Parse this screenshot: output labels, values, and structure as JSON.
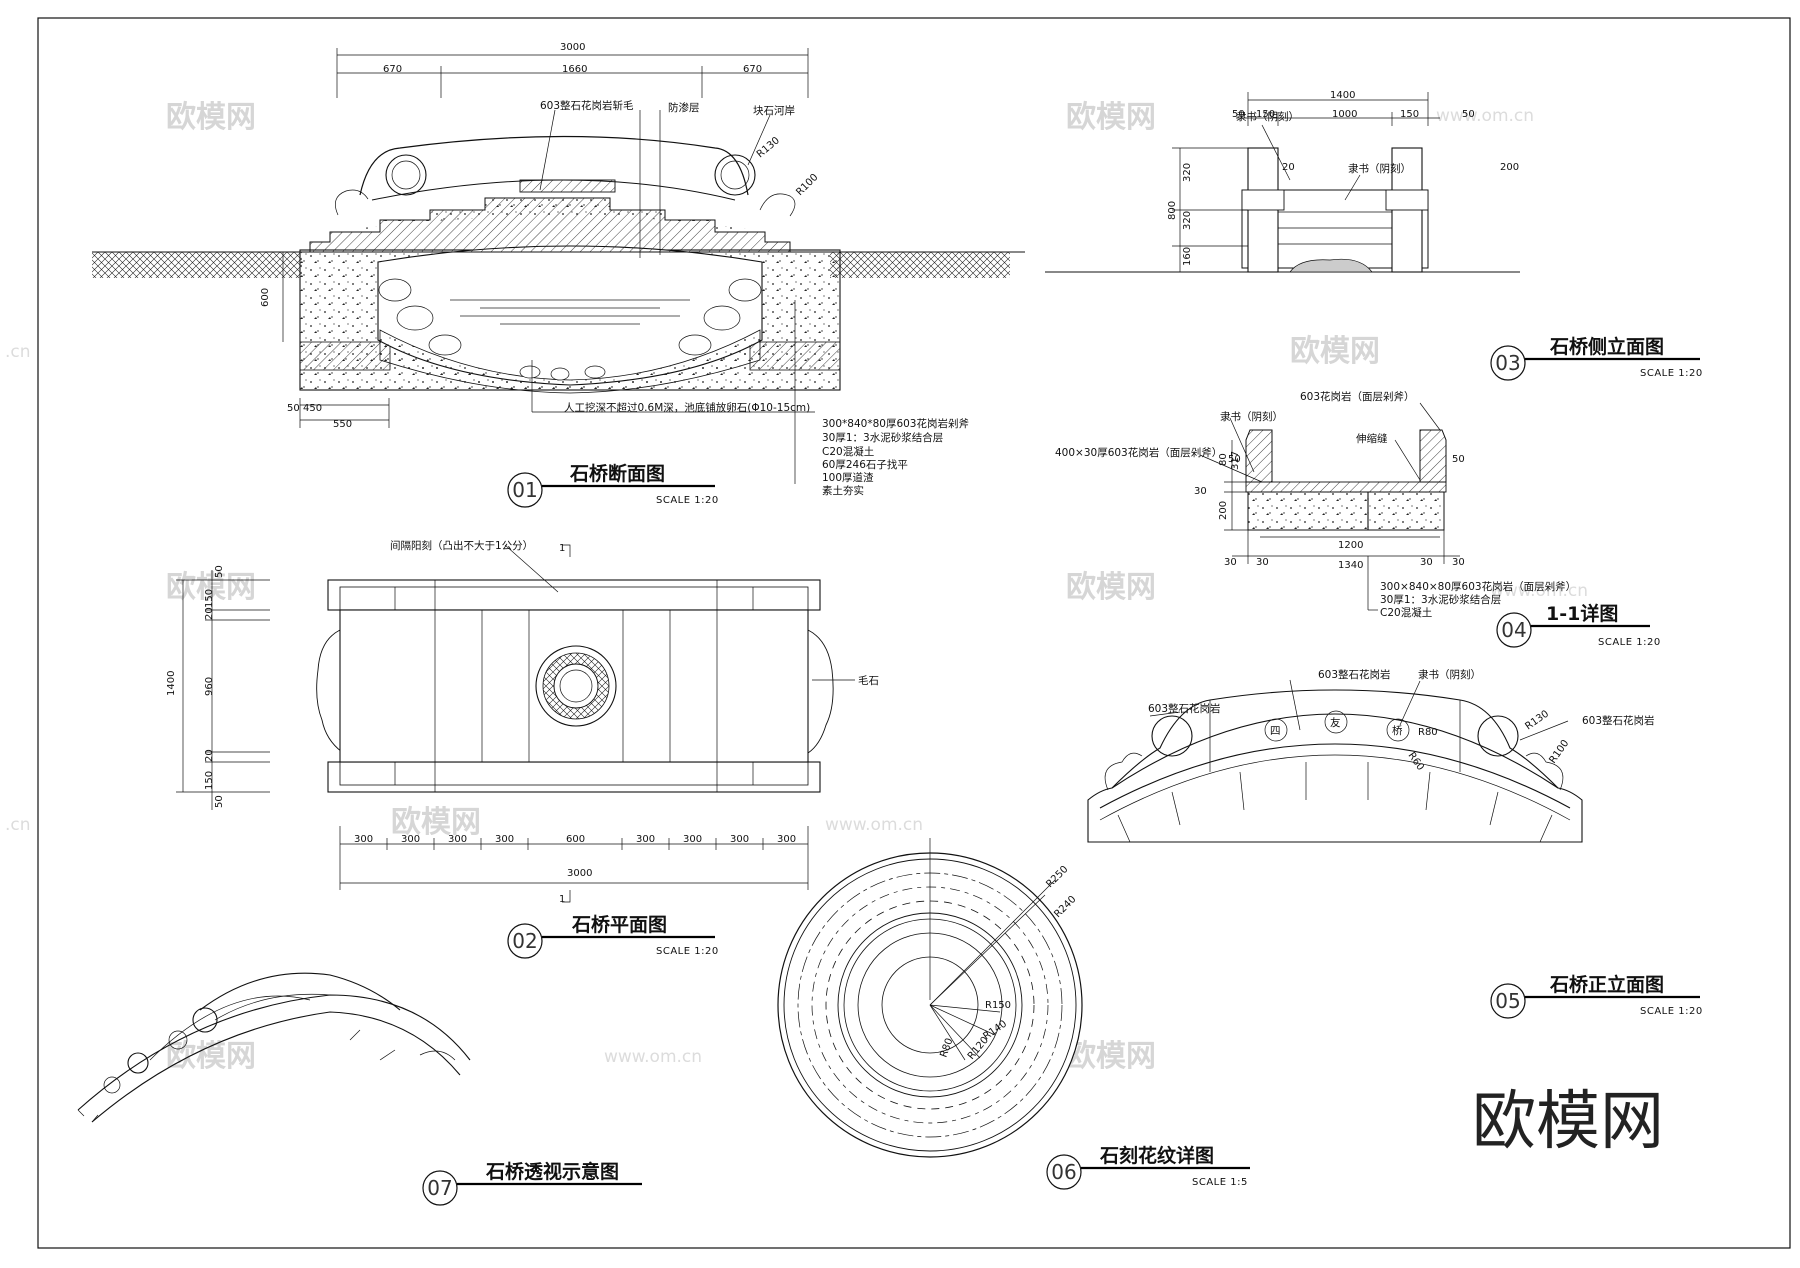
{
  "watermarks": {
    "logo": "欧模网",
    "url": "www.om.cn",
    "url_partial": ".cn",
    "brand": "欧模网"
  },
  "view01": {
    "number": "01",
    "title": "石桥断面图",
    "scale": "SCALE 1:20",
    "dims": {
      "total": "3000",
      "left": "670",
      "mid": "1660",
      "right": "670",
      "height": "600",
      "w450": "450",
      "w550": "550",
      "w50": "50"
    },
    "labels": {
      "granite": "603整石花岗岩斩毛",
      "waterproof": "防渗层",
      "stone_bank": "块石河岸",
      "r130": "R130",
      "r100": "R100",
      "excavation": "人工挖深不超过0.6M深，池底铺放卵石(Φ10-15cm)"
    },
    "layers": [
      "300*840*80厚603花岗岩剁斧",
      "30厚1：3水泥砂浆结合层",
      "C20混凝土",
      "60厚246石子找平",
      "100厚道渣",
      "素土夯实"
    ]
  },
  "view02": {
    "number": "02",
    "title": "石桥平面图",
    "scale": "SCALE 1:20",
    "note": "间隔阳刻（凸出不大于1公分）",
    "rubble": "毛石",
    "section_mark": "1",
    "dims_bottom": [
      "300",
      "300",
      "300",
      "300",
      "600",
      "300",
      "300",
      "300",
      "300"
    ],
    "total": "3000",
    "dims_left": {
      "total": "1400",
      "d50": "50",
      "d150": "150",
      "d20": "20",
      "d960": "960"
    }
  },
  "view03": {
    "number": "03",
    "title": "石桥侧立面图",
    "scale": "SCALE 1:20",
    "dims": {
      "total": "1400",
      "d50": "50",
      "d150": "150",
      "d1000": "1000",
      "h320": "320",
      "h800": "800",
      "h160": "160",
      "d20": "20",
      "d200": "200"
    },
    "labels": {
      "lishu_left": "隶书（阴刻）",
      "lishu_mid": "隶书（阴刻）"
    }
  },
  "view04": {
    "number": "04",
    "title": "1-1详图",
    "scale": "SCALE 1:20",
    "labels": {
      "lishu": "隶书（阴刻）",
      "granite_top": "603花岗岩（面层剁斧）",
      "slab": "400×30厚603花岗岩（面层剁斧）",
      "joint": "伸缩缝"
    },
    "dims": {
      "d1200": "1200",
      "d1340": "1340",
      "d30": "30",
      "d50": "50",
      "d80": "80",
      "d200": "200",
      "d317": "317"
    },
    "layers": [
      "300×840×80厚603花岗岩（面层剁斧）",
      "30厚1：3水泥砂浆结合层",
      "C20混凝土"
    ]
  },
  "view05": {
    "number": "05",
    "title": "石桥正立面图",
    "scale": "SCALE 1:20",
    "labels": {
      "granite_left": "603整石花岗岩",
      "granite_mid": "603整石花岗岩",
      "lishu": "隶书（阴刻）",
      "granite_right": "603整石花岗岩",
      "r80": "R80",
      "r60": "R60",
      "r130": "R130",
      "r100": "R100"
    },
    "chars": [
      "四",
      "友",
      "桥"
    ]
  },
  "view06": {
    "number": "06",
    "title": "石刻花纹详图",
    "scale": "SCALE 1:5",
    "radii": [
      "R250",
      "R240",
      "R150",
      "R140",
      "R120",
      "R80"
    ]
  },
  "view07": {
    "number": "07",
    "title": "石桥透视示意图"
  }
}
